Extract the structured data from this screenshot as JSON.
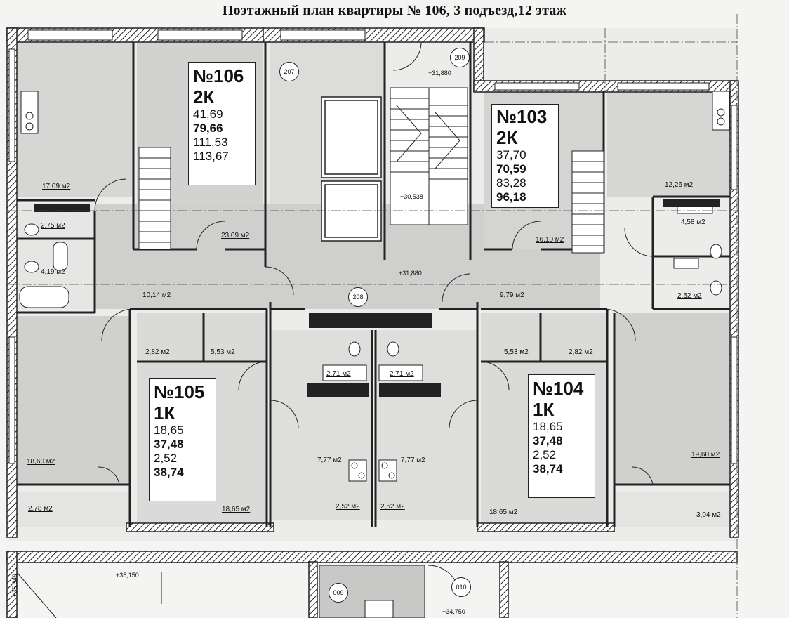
{
  "title": "Поэтажный план квартиры № 106, 3 подъезд,12 этаж",
  "apartments": [
    {
      "number": "№106",
      "type": "2К",
      "v1": "41,69",
      "v2": "79,66",
      "v3": "111,53",
      "v4": "113,67"
    },
    {
      "number": "№103",
      "type": "2К",
      "v1": "37,70",
      "v2": "70,59",
      "v3": "83,28",
      "v4": "96,18"
    },
    {
      "number": "№105",
      "type": "1К",
      "v1": "18,65",
      "v2": "37,48",
      "v3": "2,52",
      "v4": "38,74"
    },
    {
      "number": "№104",
      "type": "1К",
      "v1": "18,65",
      "v2": "37,48",
      "v3": "2,52",
      "v4": "38,74"
    }
  ],
  "rooms": {
    "r1": "17,09 м2",
    "r2": "2,75 м2",
    "r3": "4,19 м2",
    "r4": "23,09 м2",
    "r5": "10,14 м2",
    "r6": "12,26 м2",
    "r7": "4,58 м2",
    "r8": "16,10 м2",
    "r9": "9,79 м2",
    "r10": "2,52 м2",
    "r11": "2,82 м2",
    "r12": "5,53 м2",
    "r13": "18,60 м2",
    "r14": "2,78 м2",
    "r15": "18,65 м2",
    "r16": "2,71 м2",
    "r17": "2,71 м2",
    "r18": "7,77 м2",
    "r19": "7,77 м2",
    "r20": "2,52 м2",
    "r21": "2,52 м2",
    "r22": "5,53 м2",
    "r23": "2,82 м2",
    "r24": "19,60 м2",
    "r25": "18,65 м2",
    "r26": "3,04 м2"
  },
  "marks": {
    "m1": "+31,880",
    "m2": "+30,538",
    "m3": "+31,880",
    "m4": "+35,150",
    "m5": "+35,340",
    "m6": "+34,750"
  },
  "circles": {
    "c1": "207",
    "c2": "209",
    "c3": "208",
    "c4": "009",
    "c5": "010"
  }
}
